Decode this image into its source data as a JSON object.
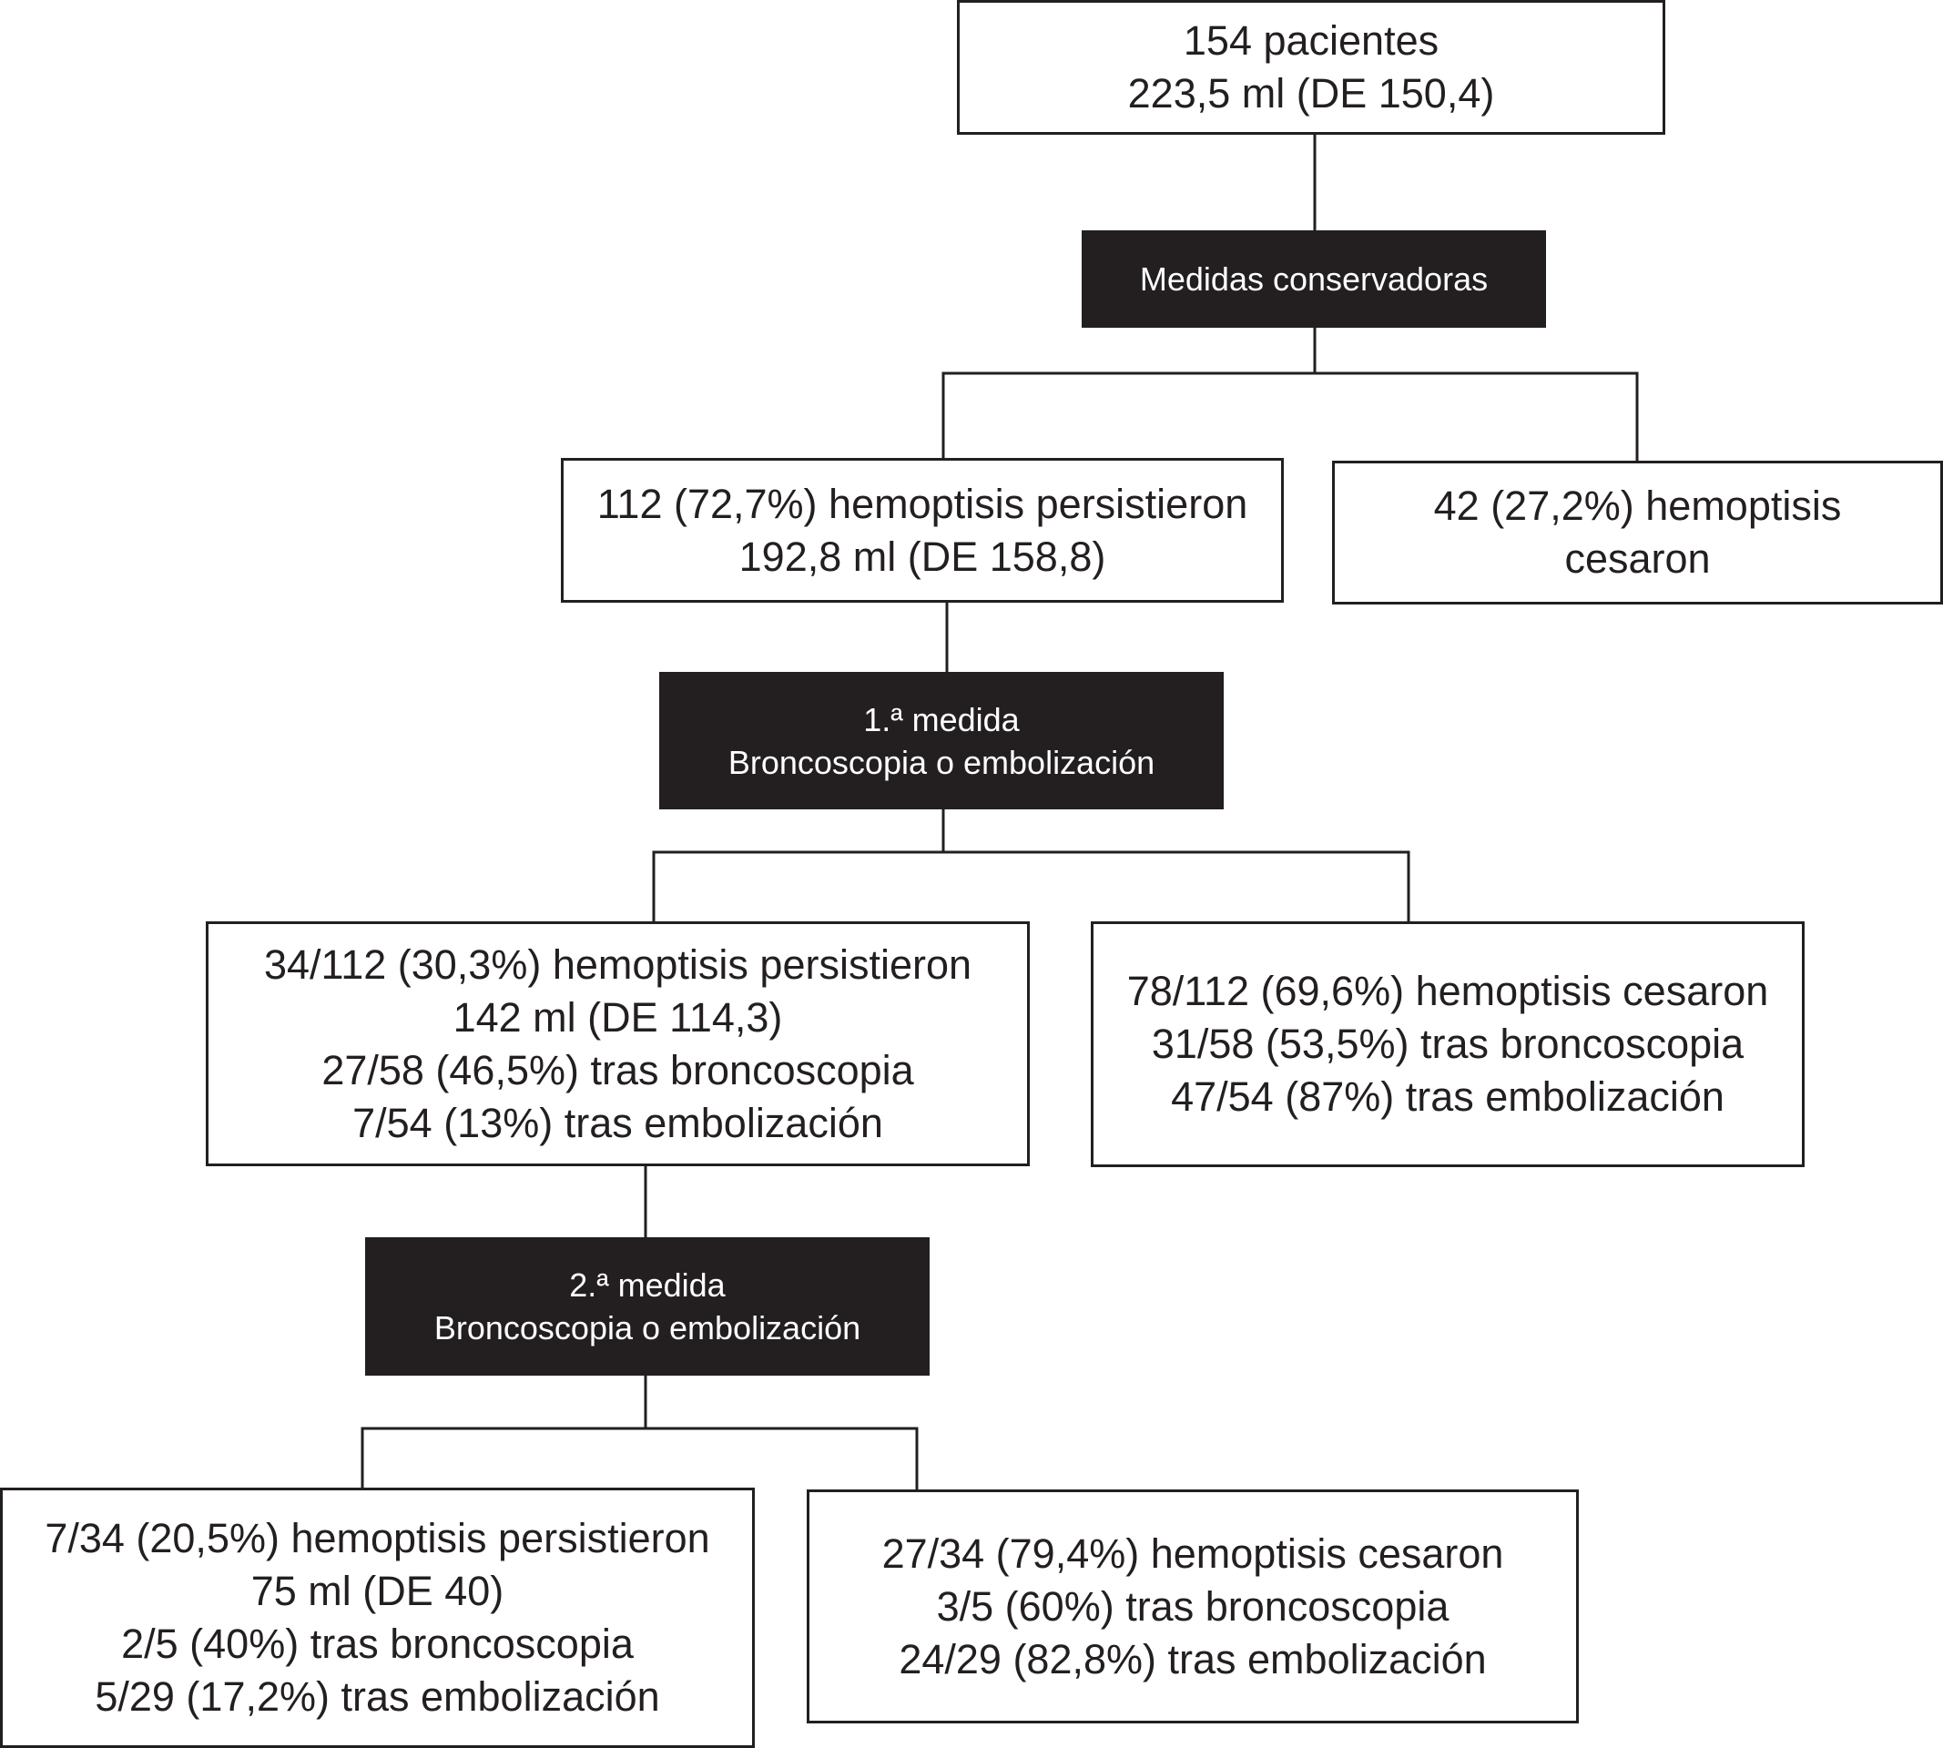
{
  "nodes": {
    "root": [
      "154 pacientes",
      "223,5 ml (DE 150,4)"
    ],
    "step1": [
      "Medidas conservadoras"
    ],
    "n112": [
      "112 (72,7%) hemoptisis persistieron",
      "192,8 ml (DE 158,8)"
    ],
    "n42": [
      "42 (27,2%) hemoptisis",
      "cesaron"
    ],
    "step2": [
      "1.ª medida",
      "Broncoscopia o embolización"
    ],
    "n34": [
      "34/112 (30,3%) hemoptisis persistieron",
      "142 ml (DE 114,3)",
      "27/58 (46,5%) tras broncoscopia",
      "7/54 (13%) tras embolización"
    ],
    "n78": [
      "78/112 (69,6%) hemoptisis cesaron",
      "31/58 (53,5%) tras broncoscopia",
      "47/54 (87%) tras embolización"
    ],
    "step3": [
      "2.ª medida",
      "Broncoscopia o embolización"
    ],
    "n7": [
      "7/34 (20,5%) hemoptisis persistieron",
      "75 ml (DE 40)",
      "2/5 (40%) tras broncoscopia",
      "5/29 (17,2%) tras embolización"
    ],
    "n27": [
      "27/34 (79,4%) hemoptisis cesaron",
      "3/5 (60%) tras broncoscopia",
      "24/29 (82,8%) tras embolización"
    ]
  },
  "colors": {
    "ink": "#231f20",
    "background": "#ffffff"
  }
}
